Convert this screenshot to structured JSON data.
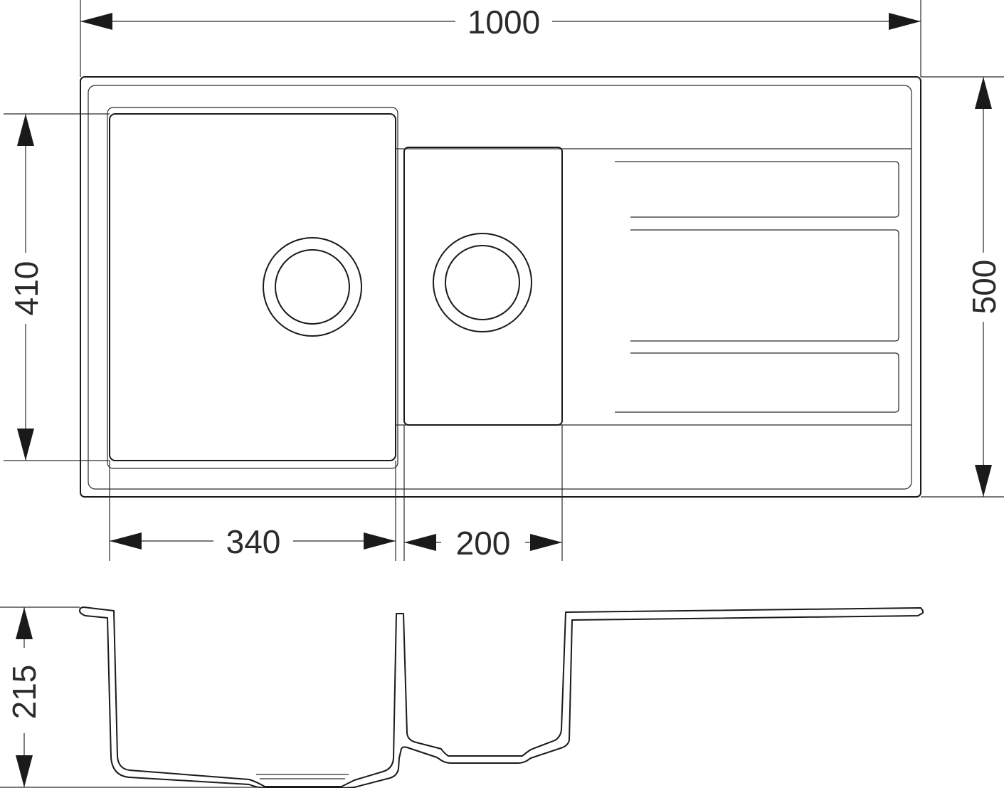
{
  "dimensions": {
    "overall_width": "1000",
    "overall_depth": "500",
    "bowl_depth_top_view": "410",
    "main_bowl_width": "340",
    "small_bowl_width": "200",
    "bowl_height": "215"
  },
  "colors": {
    "line": "#1a1a1a",
    "text": "#2b2b2b",
    "background": "#ffffff"
  }
}
